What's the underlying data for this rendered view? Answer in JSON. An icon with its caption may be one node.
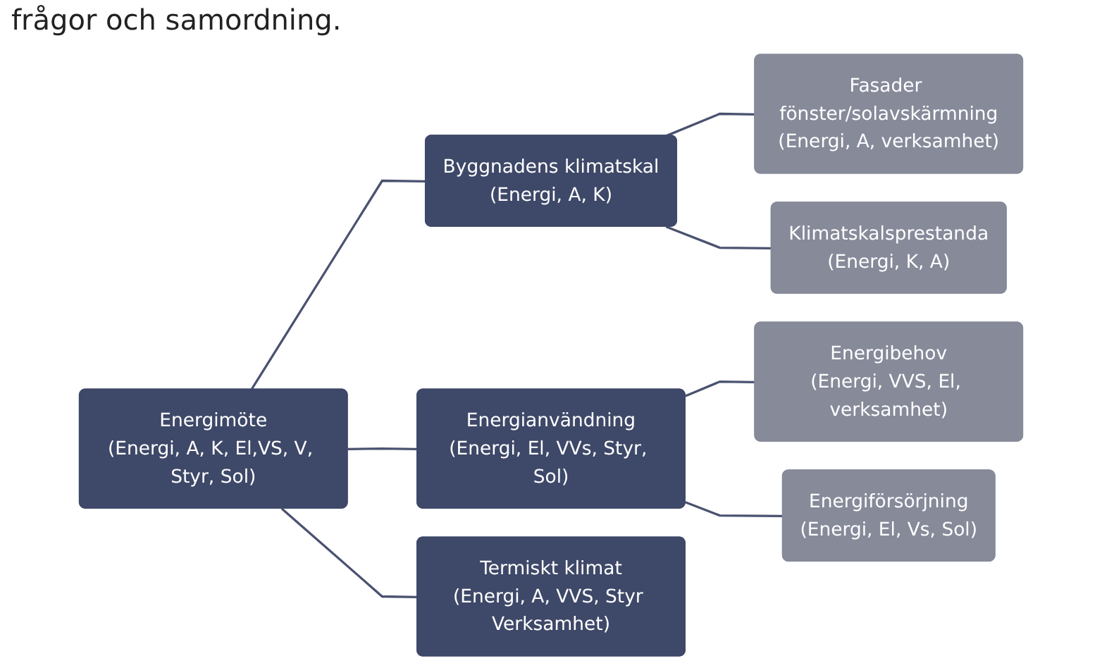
{
  "diagram": {
    "nodes": [
      {
        "text": [
          "Energimöte",
          "(Energi, A, K, El,VS, V, Styr, Sol)"
        ]
      },
      {
        "text": [
          "Byggnadens klimatskal",
          "(Energi, A, K)"
        ]
      },
      {
        "text": [
          "Energianvändning",
          "(Energi, El, VVs, Styr, Sol)"
        ]
      },
      {
        "text": [
          "Termiskt klimat",
          "(Energi, A, VVS, Styr Verksamhet)"
        ]
      },
      {
        "text": [
          "Fasader fönster/solavskärmning",
          "(Energi, A, verksamhet)"
        ]
      },
      {
        "text": [
          "Klimatskalsprestanda",
          "(Energi, K, A)"
        ]
      },
      {
        "text": [
          "Energibehov",
          "(Energi, VVS, El, verksamhet)"
        ]
      },
      {
        "text": [
          "Energiförsörjning",
          "(Energi, El, Vs, Sol)"
        ]
      }
    ],
    "edges": [
      {
        "from": 0,
        "to": 1,
        "arrow": "none"
      },
      {
        "from": 0,
        "to": 2,
        "arrow": "none"
      },
      {
        "from": 0,
        "to": 3,
        "arrow": "none"
      },
      {
        "from": 1,
        "to": 4,
        "arrow": "none"
      },
      {
        "from": 1,
        "to": 5,
        "arrow": "none"
      },
      {
        "from": 2,
        "to": 6,
        "arrow": "none"
      },
      {
        "from": 2,
        "to": 7,
        "arrow": "none"
      }
    ],
    "labels": [
      "frågor och samordning."
    ]
  }
}
